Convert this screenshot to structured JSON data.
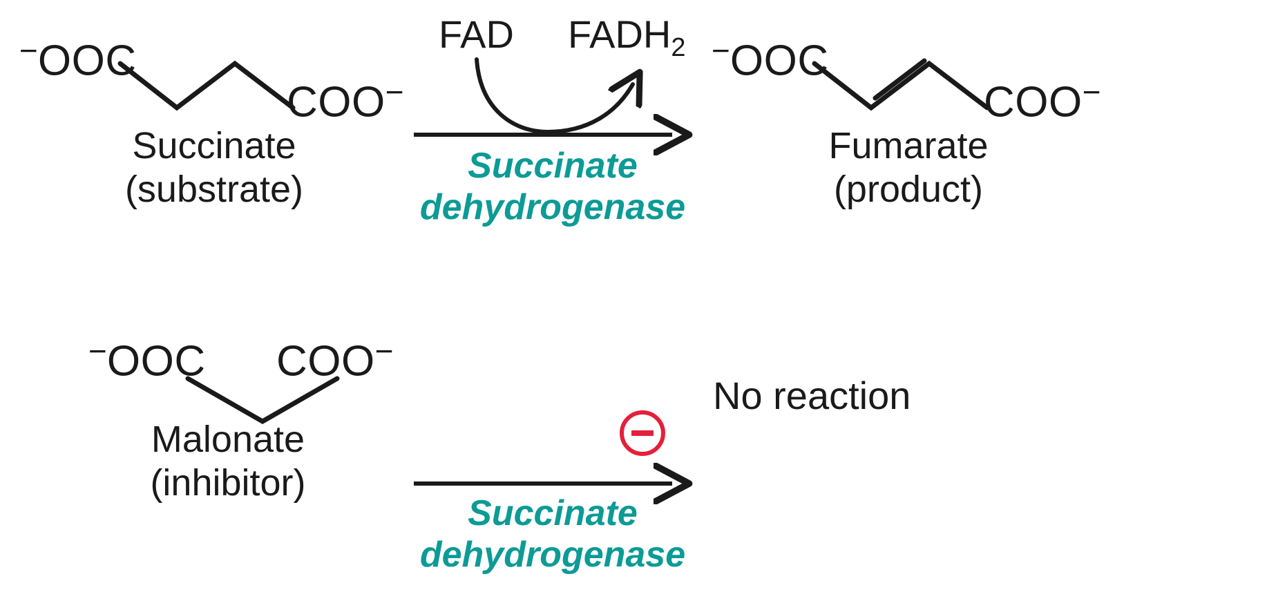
{
  "figure": {
    "title": "Succinate dehydrogenase reaction and competitive inhibition by malonate",
    "background_color": "#FFFFFF",
    "ink_color": "#1A1A1A",
    "enzyme_color": "#0C9B96",
    "inhibition_color": "#E4203A"
  },
  "top_reaction": {
    "substrate": {
      "formula_left": "⁻OOC",
      "formula_right": "COO⁻",
      "name": "Succinate",
      "role": "(substrate)",
      "skeleton": "four-carbon saturated chain (succinate)"
    },
    "cofactor_in": "FAD",
    "cofactor_out": "FADH",
    "cofactor_out_sub": "2",
    "enzyme_line1": "Succinate",
    "enzyme_line2": "dehydrogenase",
    "product": {
      "formula_left": "⁻OOC",
      "formula_right": "COO⁻",
      "name": "Fumarate",
      "role": "(product)",
      "skeleton": "four-carbon chain with trans carbon-carbon double bond (fumarate)"
    }
  },
  "bottom_reaction": {
    "inhibitor": {
      "formula_left": "⁻OOC",
      "formula_right": "COO⁻",
      "name": "Malonate",
      "role": "(inhibitor)",
      "skeleton": "three-carbon saturated chain (malonate)"
    },
    "inhibition_symbol": "⊖",
    "enzyme_line1": "Succinate",
    "enzyme_line2": "dehydrogenase",
    "outcome": "No reaction"
  }
}
